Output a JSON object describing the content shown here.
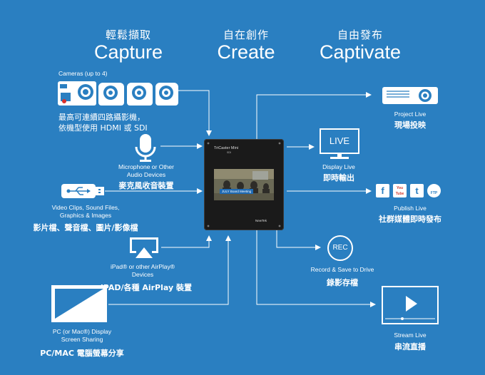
{
  "headers": {
    "capture": {
      "zh": "輕鬆擷取",
      "en": "Capture"
    },
    "create": {
      "zh": "自在創作",
      "en": "Create"
    },
    "captivate": {
      "zh": "自由發布",
      "en": "Captivate"
    }
  },
  "inputs": {
    "cameras": {
      "label": "Cameras (up to 4)",
      "zh_line1": "最高可連續四路攝影機，",
      "zh_line2": "依機型使用 HDMI 或 SDI"
    },
    "microphone": {
      "label_line1": "Microphone or Other",
      "label_line2": "Audio Devices",
      "zh": "麥克風收音裝置"
    },
    "clips": {
      "label_line1": "Video Clips, Sound Files,",
      "label_line2": "Graphics & Images",
      "zh": "影片檔、聲音檔、圖片/影像檔"
    },
    "ipad": {
      "label_line1": "iPad® or other AirPlay®",
      "label_line2": "Devices",
      "zh": "iPAD/各種 AirPlay 裝置"
    },
    "pc": {
      "label_line1": "PC (or Mac®) Display",
      "label_line2": "Screen Sharing",
      "zh": "PC/MAC 電腦螢幕分享"
    }
  },
  "device": {
    "name": "TriCaster Mini",
    "sub": "SDI",
    "brand": "NewTek",
    "screen_banner": "JULY Board Meeting"
  },
  "outputs": {
    "project": {
      "label": "Project Live",
      "zh": "現場投映"
    },
    "display": {
      "label": "Display Live",
      "zh": "即時輸出",
      "screen_text": "LIVE"
    },
    "publish": {
      "label": "Publish Live",
      "zh": "社群媒體即時發布",
      "icons": [
        "f",
        "You Tube",
        "t",
        "FTP"
      ]
    },
    "record": {
      "label": "Record & Save to Drive",
      "zh": "錄影存檔",
      "badge": "REC"
    },
    "stream": {
      "label": "Stream Live",
      "zh": "串流直播"
    }
  },
  "colors": {
    "background": "#2a7fc1",
    "foreground": "#ffffff",
    "device": "#1a1a1a"
  }
}
